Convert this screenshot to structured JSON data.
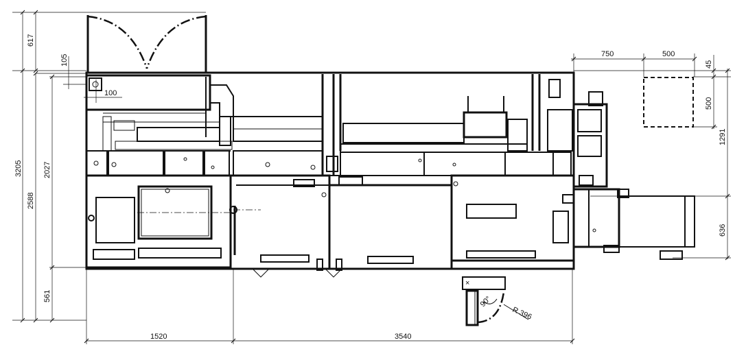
{
  "dimensions": {
    "top_left_617": "617",
    "left_3205": "3205",
    "left_2588": "2588",
    "left_2027": "2027",
    "left_561": "561",
    "small_105": "105",
    "small_100": "100",
    "bottom_1520": "1520",
    "bottom_3540": "3540",
    "right_750": "750",
    "right_500_top": "500",
    "right_45": "45",
    "right_500_side": "500",
    "right_1291": "1291",
    "right_636": "636",
    "angle_90": "90°",
    "radius": "R 396"
  },
  "marks": {
    "x_mark": "×"
  }
}
